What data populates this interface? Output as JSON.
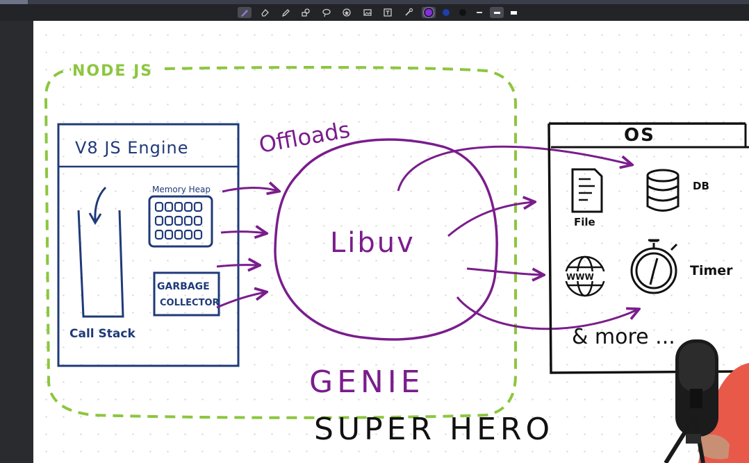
{
  "toolbar": {
    "tools": [
      "pen-icon",
      "eraser-icon",
      "highlighter-icon",
      "shapes-icon",
      "lasso-icon",
      "sticker-icon",
      "image-icon",
      "text-icon",
      "laser-pointer-icon"
    ],
    "colors": [
      "#8a2be2",
      "#1f3fa8",
      "#111111"
    ],
    "thickness": [
      "thin",
      "medium",
      "thick"
    ]
  },
  "diagram": {
    "node_label": "NODE JS",
    "v8_title": "V8 JS Engine",
    "memory_heap": "Memory Heap",
    "call_stack": "Call Stack",
    "garbage_line1": "GARBAGE",
    "garbage_line2": "COLLECTOR",
    "offloads": "Offloads",
    "libuv": "Libuv",
    "genie": "GENIE",
    "super_hero": "SUPER HERO",
    "os_title": "OS",
    "file": "File",
    "db": "DB",
    "timer": "Timer",
    "www": "WWW",
    "more": "& more ..."
  },
  "colors": {
    "node_box": "#8cc63f",
    "navy": "#1f3a78",
    "purple": "#7a1d8c",
    "black": "#111111"
  }
}
